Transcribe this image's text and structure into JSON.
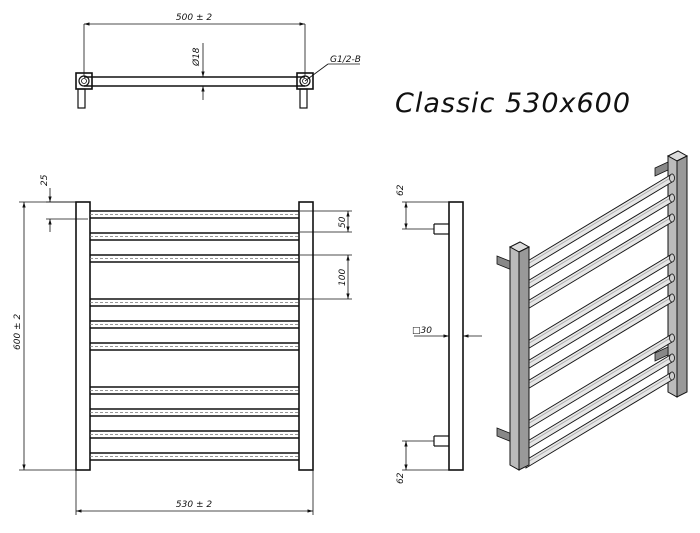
{
  "title": "Classic 530x600",
  "top_view": {
    "width_dim": "500 ± 2",
    "diameter_dim": "Ø18",
    "thread_dim": "G1/2-B"
  },
  "front_view": {
    "top_offset_dim": "25",
    "spacing_dim_a": "50",
    "spacing_dim_b": "100",
    "height_dim": "600 ± 2",
    "width_dim": "530 ± 2"
  },
  "side_view": {
    "bracket_top_dim": "62",
    "bracket_bottom_dim": "62",
    "profile_dim": "□30"
  }
}
